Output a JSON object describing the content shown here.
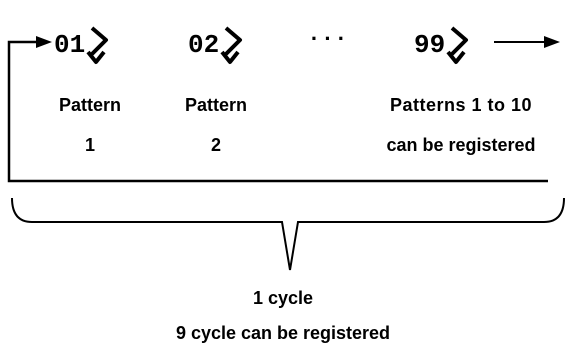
{
  "symbols": [
    {
      "id": "01",
      "label": "Pattern",
      "number": "1"
    },
    {
      "id": "02",
      "label": "Pattern",
      "number": "2"
    },
    {
      "id": "99",
      "label": "Patterns 1 to 10",
      "number": "can be registered"
    }
  ],
  "ellipsis": "· · ·",
  "cycle": {
    "label": "1 cycle",
    "note": "9 cycle can be registered"
  },
  "colors": {
    "line": "#000000",
    "text": "#000000",
    "background": "#ffffff"
  }
}
